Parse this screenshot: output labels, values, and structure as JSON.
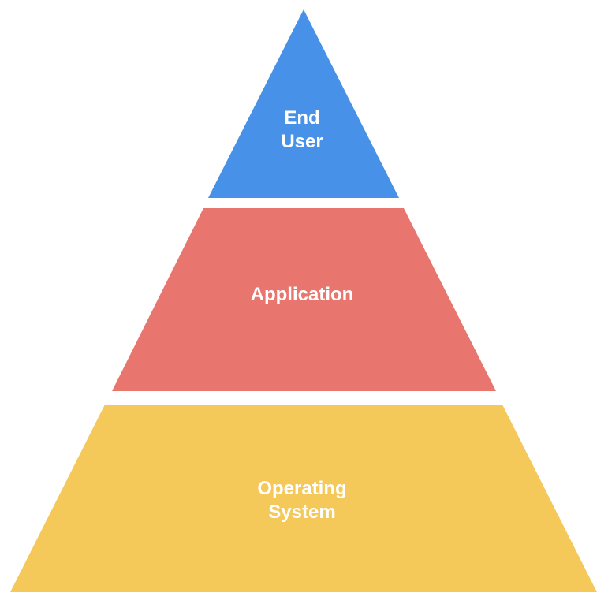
{
  "diagram": {
    "type": "pyramid",
    "background_color": "#FFFFFF",
    "text_color": "#FFFFFF",
    "layers": [
      {
        "label": "End User",
        "lines": [
          "End",
          "User"
        ],
        "color": "#4791E8",
        "position": "top",
        "level": 1
      },
      {
        "label": "Application",
        "lines": [
          "Application"
        ],
        "color": "#E8766E",
        "position": "middle",
        "level": 2
      },
      {
        "label": "Operating System",
        "lines": [
          "Operating",
          "System"
        ],
        "color": "#F5C85A",
        "position": "bottom",
        "level": 3
      }
    ]
  }
}
